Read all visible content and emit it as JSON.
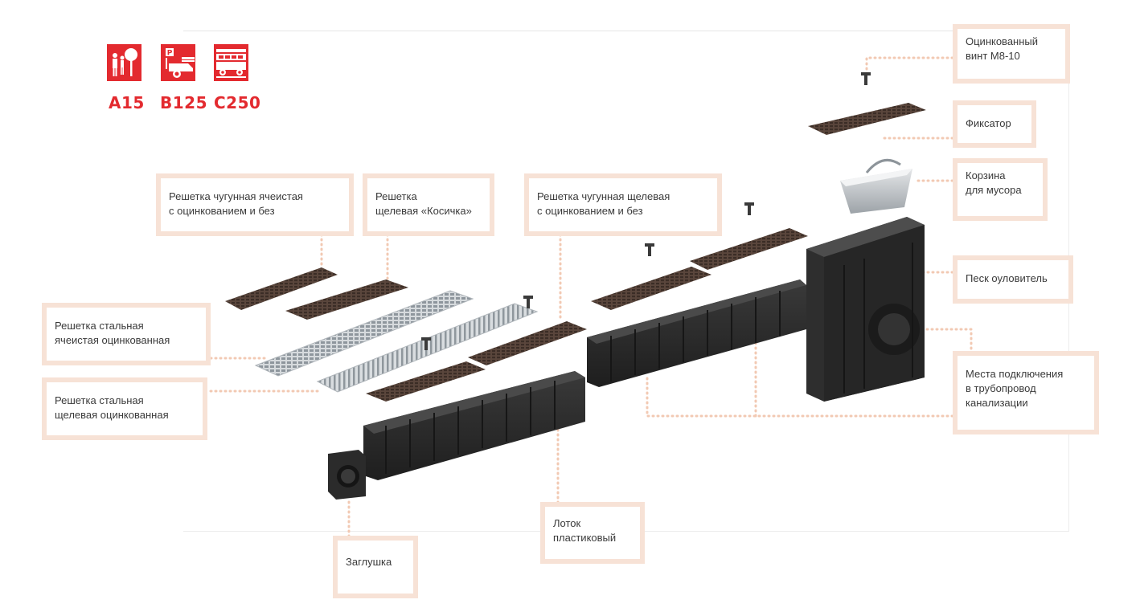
{
  "load_classes": [
    {
      "label": "A15",
      "icon": "pedestrian-tree-icon"
    },
    {
      "label": "B125",
      "icon": "parking-car-icon"
    },
    {
      "label": "C250",
      "icon": "bus-icon"
    }
  ],
  "labels": {
    "zinc_screw": "Оцинкованный\nвинт М8-10",
    "fixator": "Фиксатор",
    "trash_basket": "Корзина\nдля  мусора",
    "sand_trap": "Песк оуловитель",
    "pipe_connection": "Места подключения\nв трубопровод\nканализации",
    "cast_iron_cell_grate": "Решетка чугунная ячеистая\nс оцинкованием и без",
    "slot_grate_kosichka": "Решетка\nщелевая «Косичка»",
    "cast_iron_slot_grate": "Решетка чугунная щелевая\nс оцинкованием и без",
    "steel_cell_grate": "Решетка стальная\nячеистая оцинкованная",
    "steel_slot_grate": "Решетка стальная\nщелевая оцинкованная",
    "end_cap": "Заглушка",
    "plastic_channel": "Лоток\nпластиковый"
  },
  "colors": {
    "accent_red": "#e32a2f",
    "label_border": "#f7e2d6",
    "leader_dots": "#f2c9b3",
    "cast_iron": "#4a3a32",
    "plastic": "#2e2e2e",
    "steel": "#c9ced3"
  }
}
